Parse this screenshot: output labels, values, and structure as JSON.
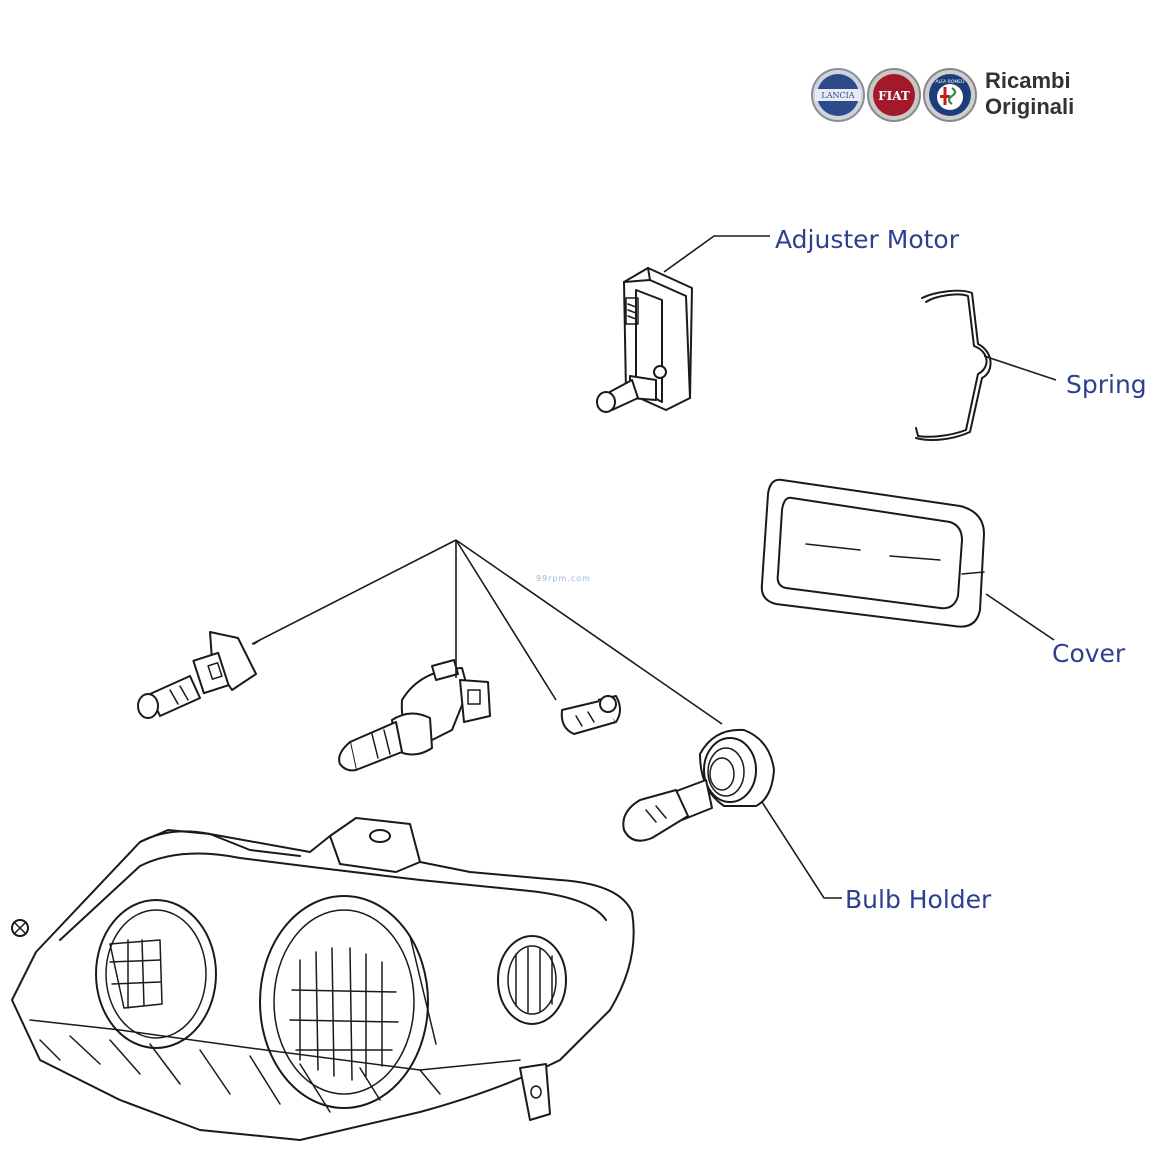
{
  "brand": {
    "logos": [
      {
        "name": "lancia-logo",
        "text": "LANCIA",
        "color": "#2c4a8c"
      },
      {
        "name": "fiat-logo",
        "text": "FIAT",
        "color": "#a3182a"
      },
      {
        "name": "alfa-romeo-logo",
        "text": "ALFA ROMEO",
        "color": "#1d3d7a"
      }
    ],
    "line1": "Ricambi",
    "line2": "Originali"
  },
  "watermark": "99rpm.com",
  "labels": {
    "adjuster_motor": "Adjuster Motor",
    "spring": "Spring",
    "cover": "Cover",
    "bulb_holder": "Bulb Holder"
  },
  "colors": {
    "label": "#2f3f8f",
    "line": "#1a1a1a",
    "background": "#ffffff"
  }
}
